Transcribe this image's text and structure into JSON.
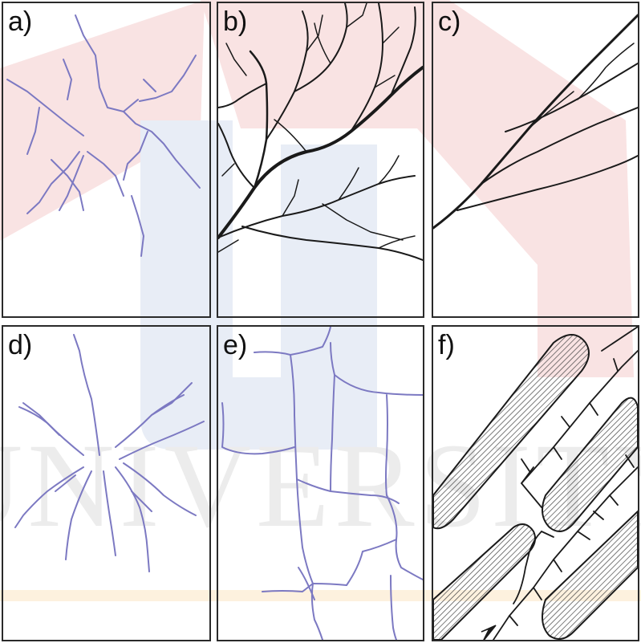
{
  "panels": [
    {
      "label": "a)"
    },
    {
      "label": "b)"
    },
    {
      "label": "c)"
    },
    {
      "label": "d)"
    },
    {
      "label": "e)"
    },
    {
      "label": "f)"
    }
  ],
  "watermark": {
    "text": "UNIVERSITY"
  },
  "colors": {
    "blue_stream": "#7c79c2",
    "black_stream": "#1a1a1a",
    "watermark_red": "#f8dede",
    "watermark_blue": "#e6ecf5",
    "watermark_orange": "#fcefd9",
    "watermark_text": "#ececec"
  }
}
